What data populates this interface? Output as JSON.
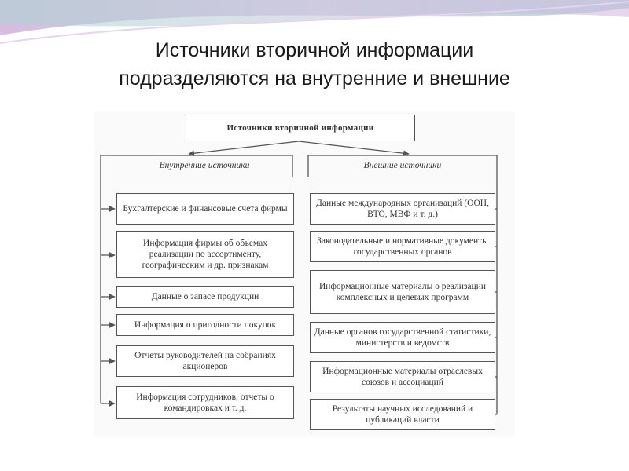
{
  "slide": {
    "title_line1": "Источники вторичной информации",
    "title_line2": "подразделяются на внутренние и внешние"
  },
  "diagram": {
    "root": "Источники вторичной информации",
    "internal_header": "Внутренние источники",
    "external_header": "Внешние источники",
    "internal": [
      "Бухгалтерские и финансовые счета фирмы",
      "Информация фирмы об объемах реализации по ассортименту, географическим и др. признакам",
      "Данные о запасе продукции",
      "Информация о пригодности покупок",
      "Отчеты руководителей на собраниях акционеров",
      "Информация сотрудников, отчеты о командировках и т. д."
    ],
    "external": [
      "Данные международных организаций (ООН, ВТО, МВФ и т. д.)",
      "Законодательные и нормативные документы государственных органов",
      "Информационные материалы о реализации комплексных и целевых программ",
      "Данные органов государственной статистики, министерств и ведомств",
      "Информационные материалы отраслевых союзов и ассоциаций",
      "Результаты научных исследований и публикаций власти"
    ]
  },
  "colors": {
    "accent_purple": "#c9a7d4",
    "accent_teal": "#8fc7c2",
    "line": "#555555"
  }
}
